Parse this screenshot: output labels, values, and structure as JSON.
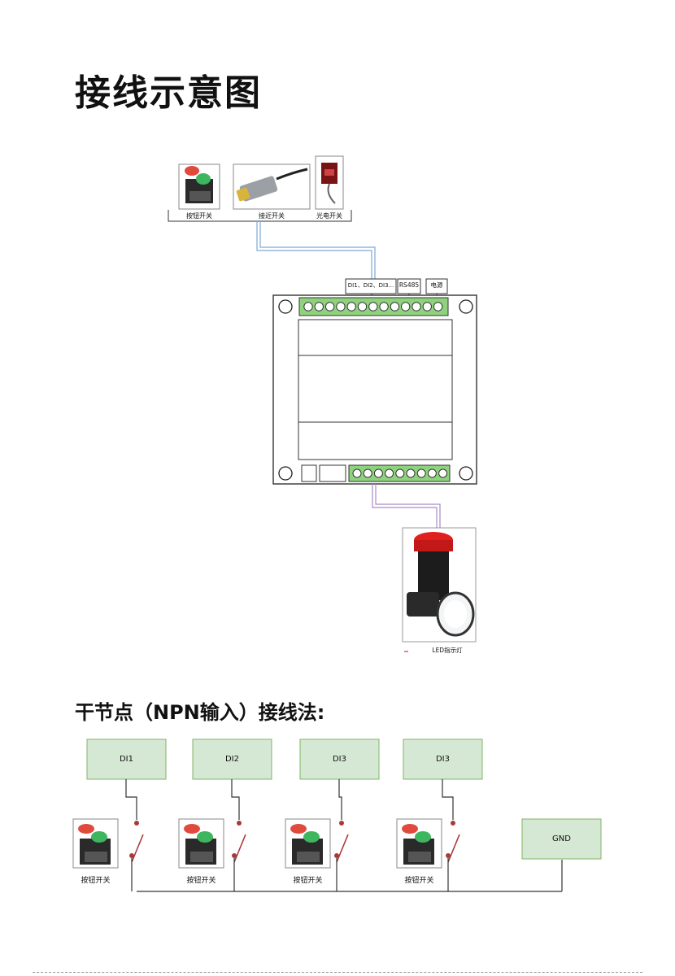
{
  "title": "接线示意图",
  "section_title": "干节点（NPN输入）接线法:",
  "top_diagram": {
    "sensors": [
      {
        "label": "按钮开关",
        "icon": "push-button-icon"
      },
      {
        "label": "接近开关",
        "icon": "proximity-sensor-icon"
      },
      {
        "label": "光电开关",
        "icon": "photoelectric-sensor-icon"
      }
    ],
    "port_labels": {
      "di": "DI1、DI2、DI3...",
      "rs485": "RS485",
      "power": "电源"
    },
    "output_device": {
      "label": "LED指示灯",
      "icon": "led-indicator-icon"
    },
    "colors": {
      "input_wire": "#7fa7d4",
      "output_wire": "#a68cc4",
      "terminal": "#8fd27e"
    }
  },
  "npn_diagram": {
    "inputs": [
      "DI1",
      "DI2",
      "DI3",
      "DI3"
    ],
    "ground": "GND",
    "switch_label": "按钮开关",
    "colors": {
      "box_fill": "#d5e8d4",
      "box_stroke": "#82b366",
      "switch": "#a83a3a"
    }
  }
}
